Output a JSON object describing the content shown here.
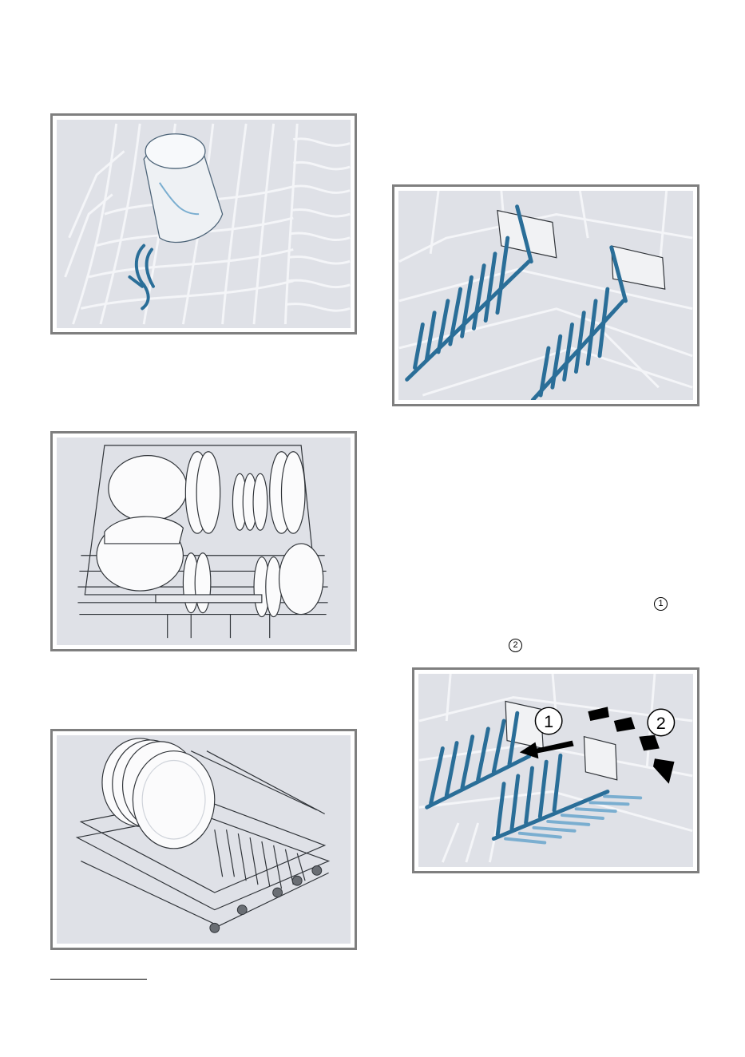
{
  "figures": {
    "top_left": {
      "illustration": "glass-holder-in-upper-rack"
    },
    "mid_left": {
      "illustration": "loaded-upper-rack-bowls-plates"
    },
    "bottom_left": {
      "illustration": "lower-rack-large-plates"
    },
    "top_right": {
      "illustration": "folding-plate-racks"
    },
    "bottom_right": {
      "illustration": "fold-down-rack-steps",
      "step_labels": [
        "1",
        "2"
      ]
    }
  },
  "text_markers": [
    "1",
    "2"
  ],
  "colors": {
    "figure_bg": "#dfe1e7",
    "wire": "#f3f4f7",
    "tine_blue": "#2a6e98",
    "tine_light": "#7aaed0",
    "frame": "#7f7f7f",
    "arrow": "#000000"
  }
}
